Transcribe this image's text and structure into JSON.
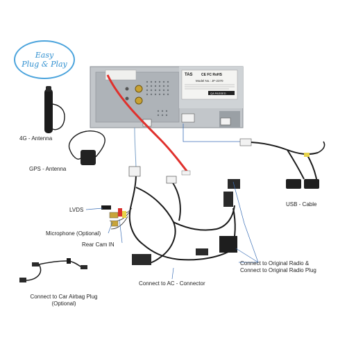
{
  "badge": {
    "line1": "Easy",
    "line2": "Plug & Play"
  },
  "unit": {
    "brand": "TAS",
    "cert": "CE FC RoHS",
    "model": "Model No.: JF-2370",
    "passed": "QA PASSED"
  },
  "labels": {
    "antenna_4g": "4G - Antenna",
    "gps_antenna": "GPS - Antenna",
    "lvds": "LVDS",
    "microphone": "Microphone (Optional)",
    "rear_cam": "Rear Cam IN",
    "airbag_line1": "Connect to Car Airbag Plug",
    "airbag_line2": "(Optional)",
    "ac_connector": "Connect to AC - Connector",
    "radio_line1": "Connect to Original Radio &",
    "radio_line2": "Connect to Original Radio Plug",
    "usb_cable": "USB - Cable"
  },
  "colors": {
    "badge": "#4aa3dc",
    "red_cable": "#e0302c",
    "leader_lines": "#3b6fb6",
    "cable": "#1a1a1a",
    "panel": "#b8bcc0"
  }
}
